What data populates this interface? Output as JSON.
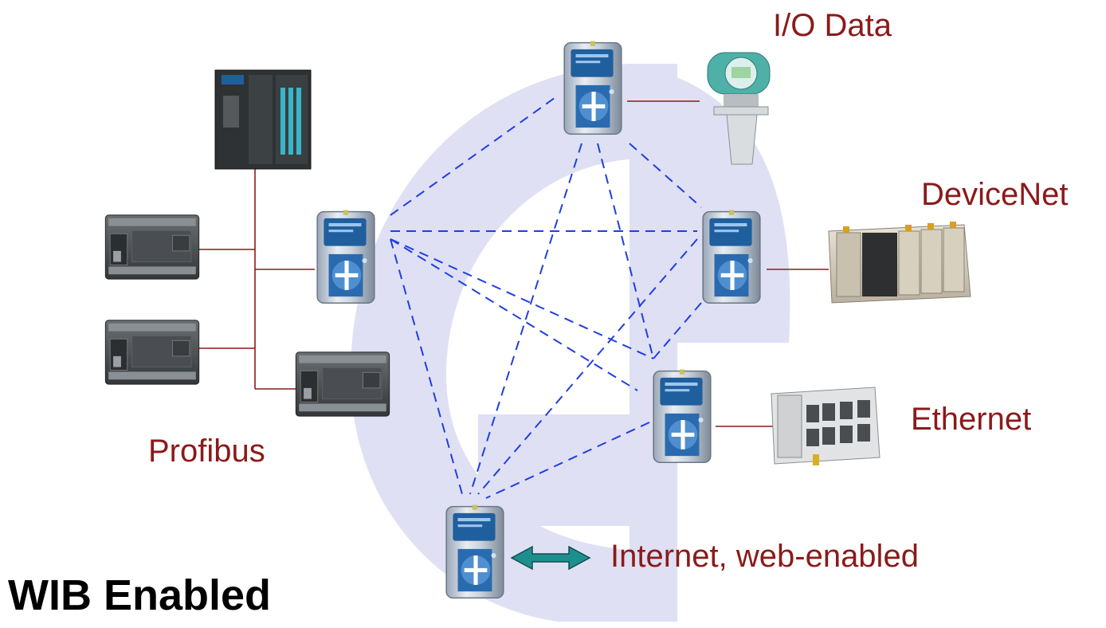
{
  "title": "WIB Enabled",
  "labels": {
    "io_data": "I/O Data",
    "devicenet": "DeviceNet",
    "ethernet": "Ethernet",
    "profibus": "Profibus",
    "internet": "Internet, web-enabled"
  },
  "colors": {
    "label_text": "#8b1a1a",
    "mesh_link": "#1f3fe0",
    "wired_link": "#8b1a1a",
    "background_logo": "#dfe0f4",
    "arrow": "#1e8f8f"
  },
  "icons": [
    "wib-gateway-icon",
    "siemens-s7-300-plc-icon",
    "s7-200-plc-icon",
    "radar-level-transmitter-icon",
    "omron-plc-rack-icon",
    "schneider-plc-rack-icon",
    "bidirectional-arrow-icon"
  ]
}
